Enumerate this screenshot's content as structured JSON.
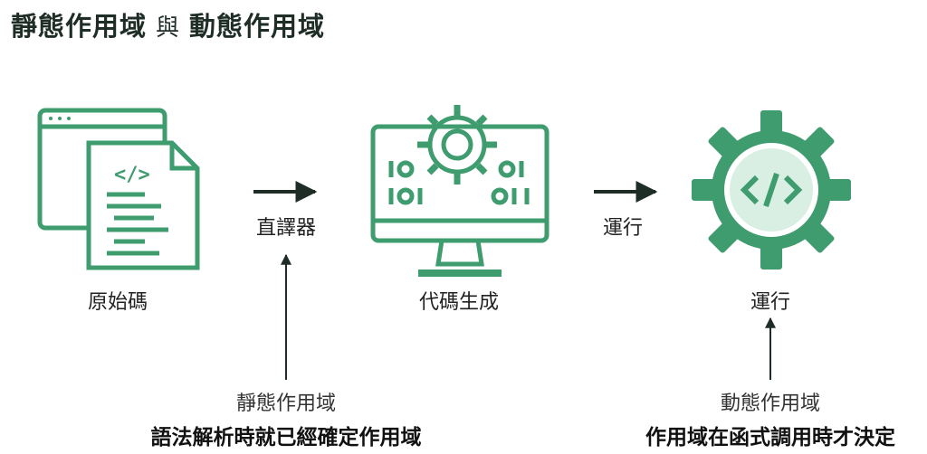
{
  "title": {
    "static": "靜態作用域",
    "conj": "與",
    "dynamic": "動態作用域"
  },
  "nodes": {
    "source": "原始碼",
    "interpreter": "直譯器",
    "codegen": "代碼生成",
    "run_arrow": "運行",
    "run": "運行"
  },
  "notes": {
    "static_label": "靜態作用域",
    "static_desc": "語法解析時就已經確定作用域",
    "dynamic_label": "動態作用域",
    "dynamic_desc": "作用域在函式調用時才決定"
  },
  "colors": {
    "accent": "#3e9c6e",
    "accent_light": "#d9efe3",
    "arrow": "#1f2d27"
  }
}
